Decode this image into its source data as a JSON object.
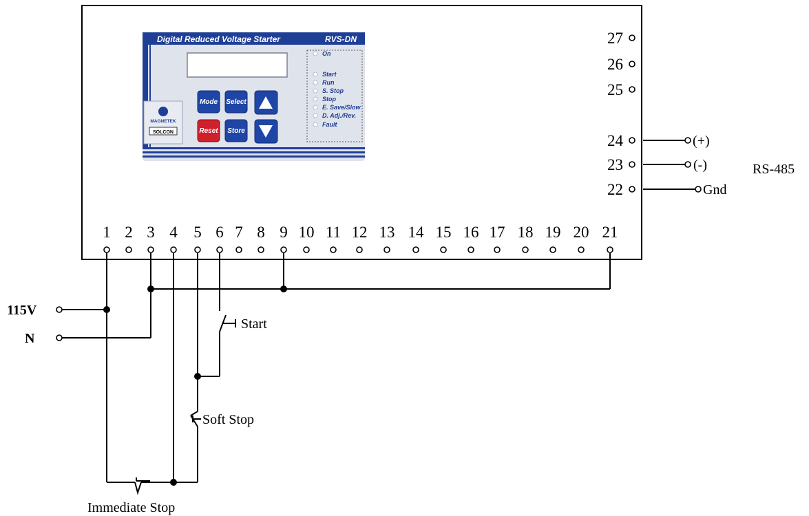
{
  "panel": {
    "title": "Digital Reduced Voltage Starter",
    "model": "RVS-DN",
    "brand_top": "MAGNETEK",
    "brand_bottom": "SOLCON",
    "buttons": {
      "mode": "Mode",
      "select": "Select",
      "reset": "Reset",
      "store": "Store"
    },
    "leds": [
      "On",
      "Start",
      "Run",
      "S. Stop",
      "Stop",
      "E. Save/Slow",
      "D. Adj./Rev.",
      "Fault"
    ],
    "colors": {
      "header_blue": "#1f3f97",
      "panel_grey": "#dfe3ec",
      "button_blue": "#1f46a6",
      "button_red": "#d0202b"
    }
  },
  "terminals": {
    "bottom": [
      "1",
      "2",
      "3",
      "4",
      "5",
      "6",
      "7",
      "8",
      "9",
      "10",
      "11",
      "12",
      "13",
      "14",
      "15",
      "16",
      "17",
      "18",
      "19",
      "20",
      "21"
    ],
    "right": [
      "27",
      "26",
      "25",
      "24",
      "23",
      "22"
    ]
  },
  "comm": {
    "plus": "(+)",
    "minus": "(-)",
    "gnd": "Gnd",
    "bus": "RS-485"
  },
  "supply": {
    "line": "115V",
    "neutral": "N"
  },
  "switches": {
    "start": "Start",
    "soft_stop": "Soft Stop",
    "immediate_stop": "Immediate Stop"
  }
}
